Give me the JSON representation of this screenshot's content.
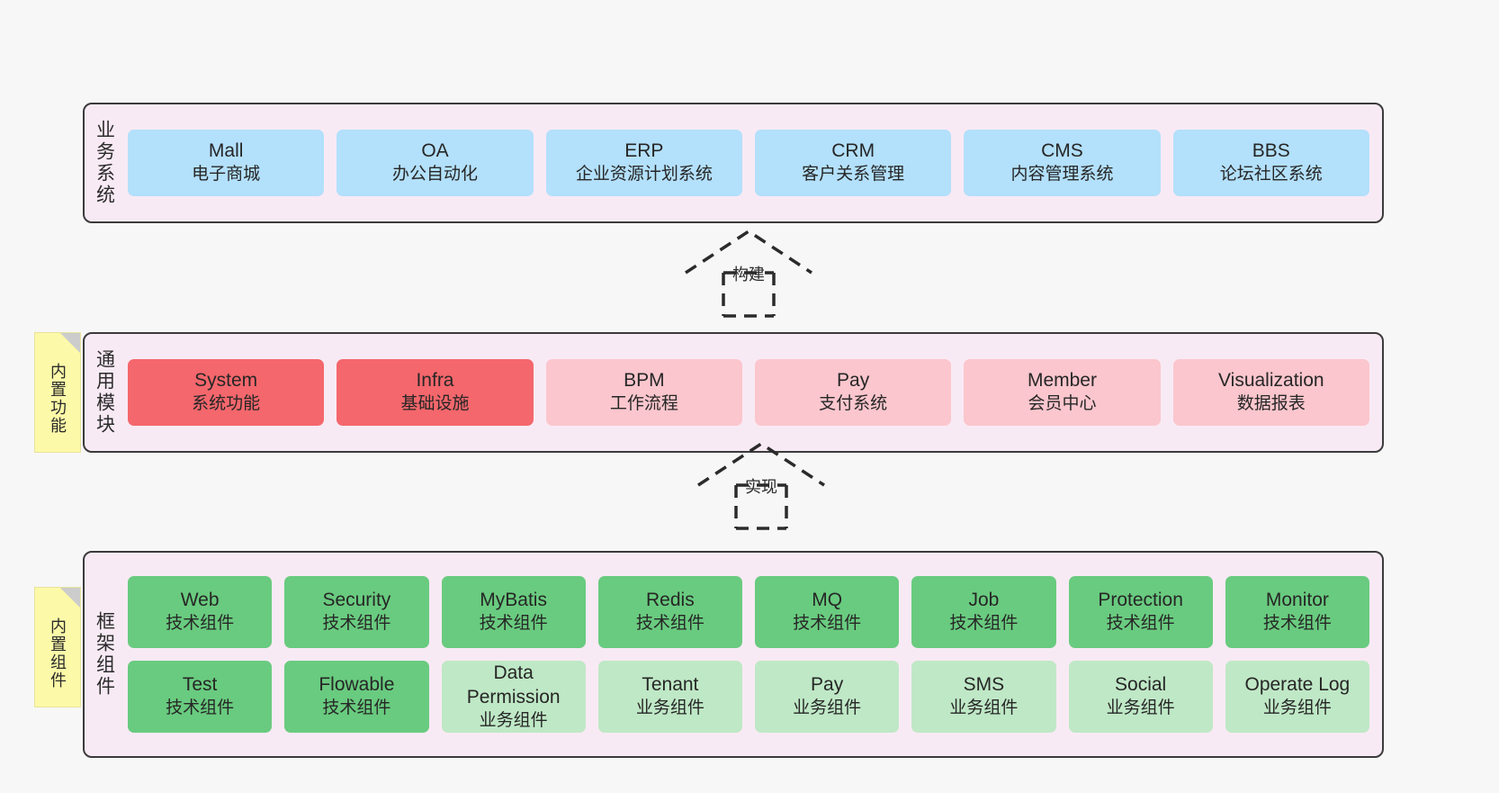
{
  "diagram": {
    "background_color": "#f7f7f7",
    "panel_color": "#f8eaf4",
    "colors": {
      "blue": "#b3e0fb",
      "red": "#f4676c",
      "pink": "#fbc6cd",
      "green": "#69cb7f",
      "light_green": "#bfe8c6",
      "note_yellow": "#fcf9a8",
      "border": "#3b3b3b"
    }
  },
  "layers": [
    {
      "id": "business",
      "label": "业务系统",
      "rows": [
        {
          "items": [
            {
              "name": "Mall",
              "desc": "电子商城",
              "style": "blue"
            },
            {
              "name": "OA",
              "desc": "办公自动化",
              "style": "blue"
            },
            {
              "name": "ERP",
              "desc": "企业资源计划系统",
              "style": "blue"
            },
            {
              "name": "CRM",
              "desc": "客户关系管理",
              "style": "blue"
            },
            {
              "name": "CMS",
              "desc": "内容管理系统",
              "style": "blue"
            },
            {
              "name": "BBS",
              "desc": "论坛社区系统",
              "style": "blue"
            }
          ]
        }
      ]
    },
    {
      "id": "common",
      "label": "通用模块",
      "note": "内置功能",
      "rows": [
        {
          "items": [
            {
              "name": "System",
              "desc": "系统功能",
              "style": "red"
            },
            {
              "name": "Infra",
              "desc": "基础设施",
              "style": "red"
            },
            {
              "name": "BPM",
              "desc": "工作流程",
              "style": "pink"
            },
            {
              "name": "Pay",
              "desc": "支付系统",
              "style": "pink"
            },
            {
              "name": "Member",
              "desc": "会员中心",
              "style": "pink"
            },
            {
              "name": "Visualization",
              "desc": "数据报表",
              "style": "pink"
            }
          ]
        }
      ]
    },
    {
      "id": "framework",
      "label": "框架组件",
      "note": "内置组件",
      "rows": [
        {
          "items": [
            {
              "name": "Web",
              "desc": "技术组件",
              "style": "green"
            },
            {
              "name": "Security",
              "desc": "技术组件",
              "style": "green"
            },
            {
              "name": "MyBatis",
              "desc": "技术组件",
              "style": "green"
            },
            {
              "name": "Redis",
              "desc": "技术组件",
              "style": "green"
            },
            {
              "name": "MQ",
              "desc": "技术组件",
              "style": "green"
            },
            {
              "name": "Job",
              "desc": "技术组件",
              "style": "green"
            },
            {
              "name": "Protection",
              "desc": "技术组件",
              "style": "green"
            },
            {
              "name": "Monitor",
              "desc": "技术组件",
              "style": "green"
            }
          ]
        },
        {
          "items": [
            {
              "name": "Test",
              "desc": "技术组件",
              "style": "green"
            },
            {
              "name": "Flowable",
              "desc": "技术组件",
              "style": "green"
            },
            {
              "name": "Data Permission",
              "desc": "业务组件",
              "style": "lightgreen"
            },
            {
              "name": "Tenant",
              "desc": "业务组件",
              "style": "lightgreen"
            },
            {
              "name": "Pay",
              "desc": "业务组件",
              "style": "lightgreen"
            },
            {
              "name": "SMS",
              "desc": "业务组件",
              "style": "lightgreen"
            },
            {
              "name": "Social",
              "desc": "业务组件",
              "style": "lightgreen"
            },
            {
              "name": "Operate Log",
              "desc": "业务组件",
              "style": "lightgreen"
            }
          ]
        }
      ]
    }
  ],
  "connectors": [
    {
      "id": "build",
      "label": "构建",
      "from": "common",
      "to": "business",
      "style": "dashed-generalization"
    },
    {
      "id": "implement",
      "label": "实现",
      "from": "framework",
      "to": "common",
      "style": "dashed-generalization"
    }
  ]
}
